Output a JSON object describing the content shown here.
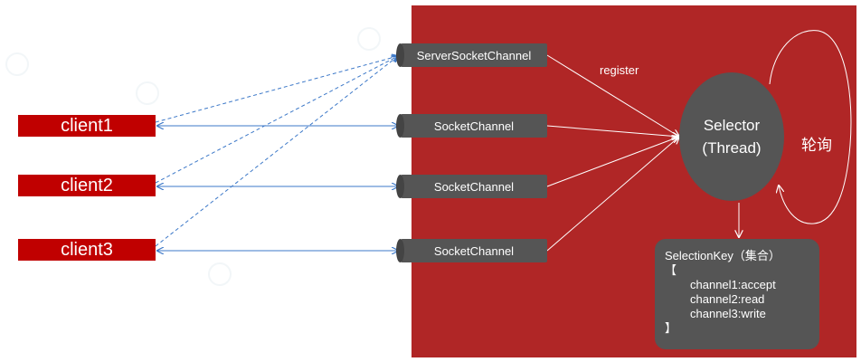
{
  "clients": [
    {
      "label": "client1"
    },
    {
      "label": "client2"
    },
    {
      "label": "client3"
    }
  ],
  "server_channel": {
    "label": "ServerSocketChannel"
  },
  "socket_channels": [
    {
      "label": "SocketChannel"
    },
    {
      "label": "SocketChannel"
    },
    {
      "label": "SocketChannel"
    }
  ],
  "register_label": "register",
  "selector": {
    "line1": "Selector",
    "line2": "(Thread)"
  },
  "poll_label": "轮询",
  "selection_key": {
    "title": "SelectionKey（集合）",
    "open": "【",
    "items": [
      "channel1:accept",
      "channel2:read",
      "channel3:write"
    ],
    "close": "】"
  },
  "colors": {
    "panel": "#b02626",
    "client": "#c00000",
    "node": "#555555",
    "link": "#3c78c8",
    "arrow": "#ffffff"
  }
}
